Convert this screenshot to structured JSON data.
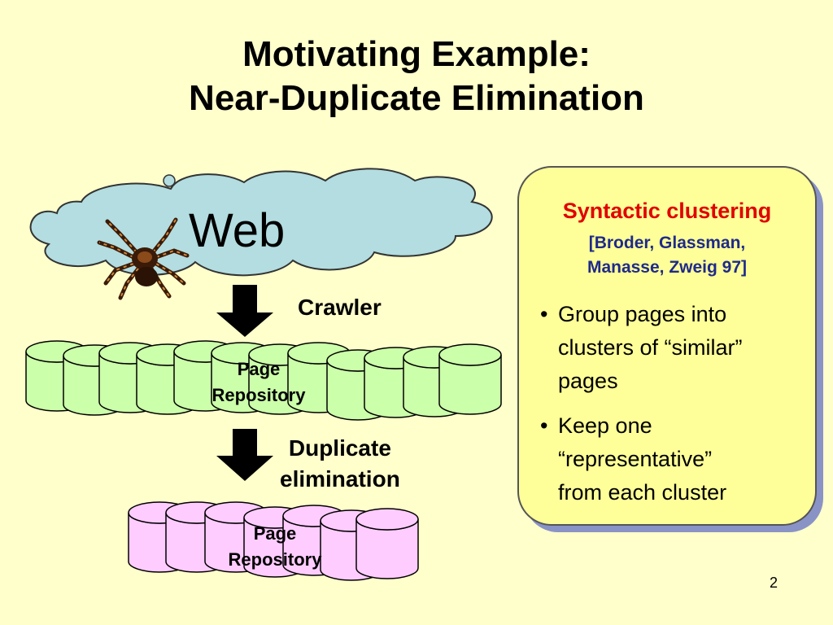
{
  "title": {
    "line1": "Motivating Example:",
    "line2": "Near-Duplicate Elimination"
  },
  "diagram": {
    "web_label": "Web",
    "crawler_label": "Crawler",
    "repository1": {
      "line1": "Page",
      "line2": "Repository",
      "color": "#ccffaa"
    },
    "duplicate_label": {
      "line1": "Duplicate",
      "line2": "elimination"
    },
    "repository2": {
      "line1": "Page",
      "line2": "Repository",
      "color": "#ffccff"
    },
    "cloud_color": "#b3dde0",
    "spider_icon": "spider-icon"
  },
  "callout": {
    "title": "Syntactic clustering",
    "citation": {
      "line1": "[Broder, Glassman,",
      "line2": "Manasse, Zweig 97]"
    },
    "bullets": [
      {
        "marker": "•",
        "lines": [
          "Group pages into",
          "clusters of “similar”",
          "pages"
        ]
      },
      {
        "marker": "•",
        "lines": [
          "Keep one",
          "“representative”",
          "from each cluster"
        ]
      }
    ],
    "title_color": "#e00000",
    "citation_color": "#1f2a8a"
  },
  "page_number": "2"
}
